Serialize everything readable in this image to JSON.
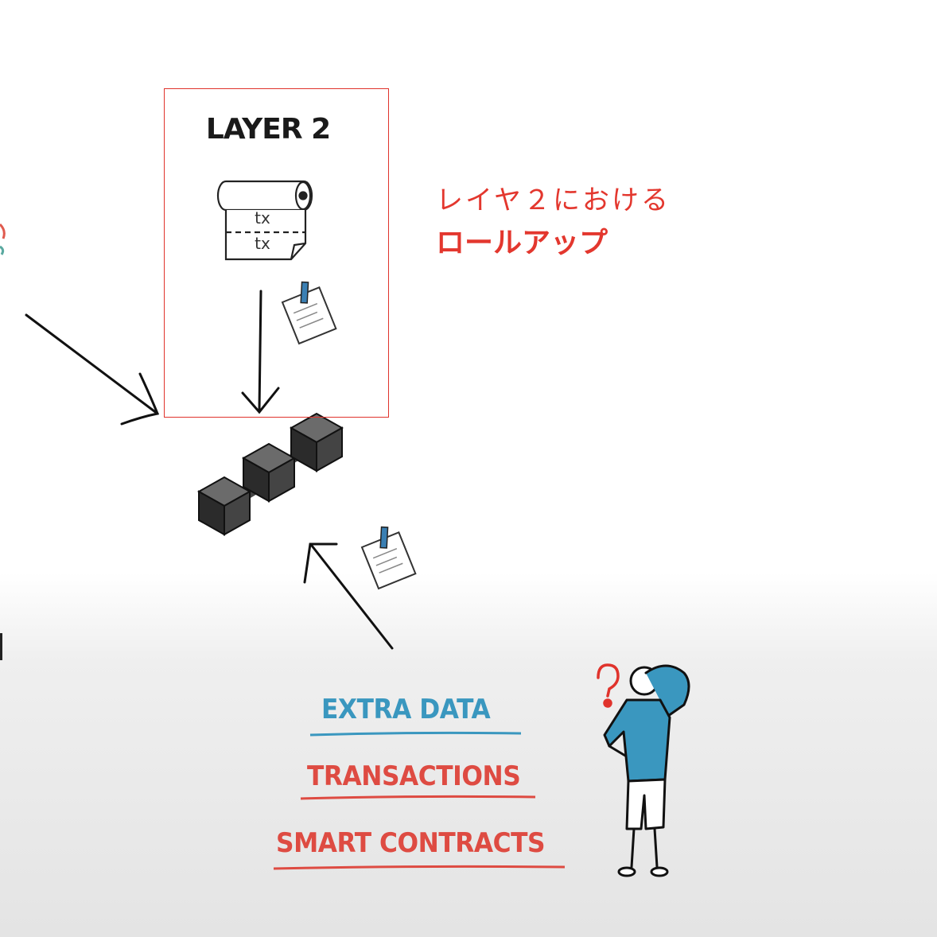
{
  "layer_box": {
    "title": "LAYER 2",
    "tx_labels": [
      "tx",
      "tx"
    ]
  },
  "annotation": {
    "line1": "レイヤ２における",
    "line2": "ロールアップ",
    "color": "#e3372e"
  },
  "data_labels": {
    "extra_data": "EXTRA DATA",
    "transactions": "TRANSACTIONS",
    "smart_contracts": "SMART CONTRACTS"
  },
  "colors": {
    "extra_data": "#3a97bf",
    "transactions": "#de4b42",
    "highlight_box": "#e0332c"
  },
  "icons": [
    "paper-roll-icon",
    "document-pen-icon",
    "blockchain-cubes-icon",
    "confused-person-icon",
    "question-mark-icon"
  ]
}
